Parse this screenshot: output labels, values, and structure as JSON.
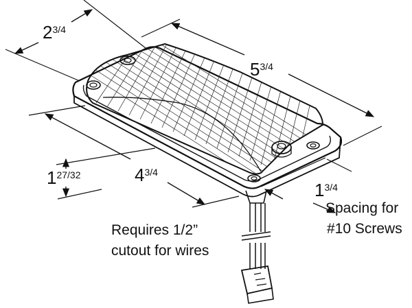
{
  "diagram": {
    "dimensions": {
      "depth": {
        "whole": "2",
        "frac": "3/4"
      },
      "length": {
        "whole": "5",
        "frac": "3/4"
      },
      "height": {
        "whole": "1",
        "frac": "27/32"
      },
      "width": {
        "whole": "4",
        "frac": "3/4"
      },
      "screw_spacing": {
        "whole": "1",
        "frac": "3/4"
      }
    },
    "notes": {
      "screws_line1": "Spacing for",
      "screws_line2": "#10 Screws",
      "cutout_line1": "Requires 1/2”",
      "cutout_line2": "cutout for wires"
    },
    "colors": {
      "ink": "#111111",
      "background": "#ffffff"
    }
  }
}
